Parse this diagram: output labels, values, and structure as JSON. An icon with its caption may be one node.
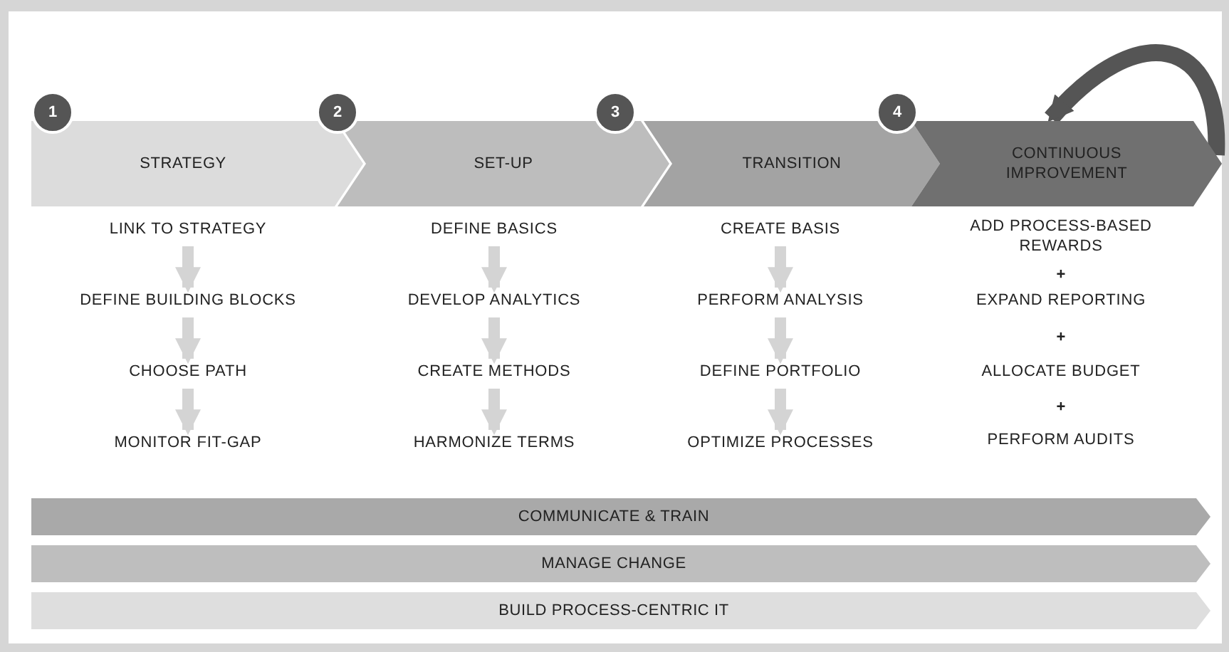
{
  "diagram": {
    "nodes": [
      {
        "text": [
          "1"
        ]
      },
      {
        "text": [
          "STRATEGY"
        ]
      },
      {
        "text": [
          "2"
        ]
      },
      {
        "text": [
          "SET-UP"
        ]
      },
      {
        "text": [
          "3"
        ]
      },
      {
        "text": [
          "TRANSITION"
        ]
      },
      {
        "text": [
          "4"
        ]
      },
      {
        "text": [
          "CONTINUOUS IMPROVEMENT"
        ]
      },
      {
        "text": [
          "LINK TO STRATEGY"
        ]
      },
      {
        "text": [
          "DEFINE BUILDING BLOCKS"
        ]
      },
      {
        "text": [
          "CHOOSE PATH"
        ]
      },
      {
        "text": [
          "MONITOR FIT-GAP"
        ]
      },
      {
        "text": [
          "DEFINE BASICS"
        ]
      },
      {
        "text": [
          "DEVELOP ANALYTICS"
        ]
      },
      {
        "text": [
          "CREATE METHODS"
        ]
      },
      {
        "text": [
          "HARMONIZE TERMS"
        ]
      },
      {
        "text": [
          "CREATE BASIS"
        ]
      },
      {
        "text": [
          "PERFORM ANALYSIS"
        ]
      },
      {
        "text": [
          "DEFINE PORTFOLIO"
        ]
      },
      {
        "text": [
          "OPTIMIZE PROCESSES"
        ]
      },
      {
        "text": [
          "ADD PROCESS-BASED REWARDS"
        ]
      },
      {
        "text": [
          "EXPAND REPORTING"
        ]
      },
      {
        "text": [
          "ALLOCATE BUDGET"
        ]
      },
      {
        "text": [
          "PERFORM AUDITS"
        ]
      },
      {
        "text": [
          "COMMUNICATE & TRAIN"
        ]
      },
      {
        "text": [
          "MANAGE CHANGE"
        ]
      },
      {
        "text": [
          "BUILD PROCESS-CENTRIC IT"
        ]
      }
    ],
    "edges": [
      {
        "from": 8,
        "to": 9,
        "arrow": "to"
      },
      {
        "from": 9,
        "to": 10,
        "arrow": "to"
      },
      {
        "from": 10,
        "to": 11,
        "arrow": "to"
      },
      {
        "from": 12,
        "to": 13,
        "arrow": "to"
      },
      {
        "from": 13,
        "to": 14,
        "arrow": "to"
      },
      {
        "from": 14,
        "to": 15,
        "arrow": "to"
      },
      {
        "from": 16,
        "to": 17,
        "arrow": "to"
      },
      {
        "from": 17,
        "to": 18,
        "arrow": "to"
      },
      {
        "from": 18,
        "to": 19,
        "arrow": "to"
      },
      {
        "from": 7,
        "to": 7,
        "arrow": "to",
        "color": "#555555"
      }
    ],
    "labels": [
      "+",
      "+",
      "+"
    ]
  }
}
